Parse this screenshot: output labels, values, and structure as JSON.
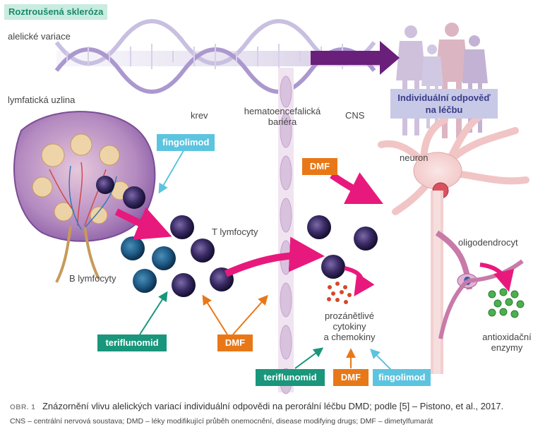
{
  "header": {
    "title": "Roztroušená skleróza"
  },
  "labels": {
    "allelic_variation": "alelické variace",
    "lymph_node": "lymfatická uzlina",
    "blood": "krev",
    "bbb_line1": "hematoencefalická",
    "bbb_line2": "bariéra",
    "cns": "CNS",
    "neuron": "neuron",
    "t_cells": "T lymfocyty",
    "b_cells": "B lymfocyty",
    "oligodendrocyte": "oligodendrocyt",
    "cytokines_line1": "prozánětlivé",
    "cytokines_line2": "cytokiny",
    "cytokines_line3": "a chemokiny",
    "antiox_line1": "antioxidační",
    "antiox_line2": "enzymy"
  },
  "response_box": {
    "line1": "Individuální odpověď",
    "line2": "na léčbu"
  },
  "drugs": {
    "fingolimod_top": "fingolimod",
    "dmf_top": "DMF",
    "teriflunomid_left": "teriflunomid",
    "dmf_mid": "DMF",
    "teriflunomid_bottom": "teriflunomid",
    "dmf_bottom": "DMF",
    "fingolimod_bottom": "fingolimod"
  },
  "colors": {
    "teal": "#19967b",
    "orange": "#e87817",
    "sky": "#5cc4df",
    "magenta": "#e8197c",
    "purple_arrow": "#6a1f7a",
    "response_bg": "#c8c9e6"
  },
  "caption": {
    "label": "OBR. 1",
    "text": "Znázornění vlivu alelických variací individuální odpovědi na perorální léčbu DMD; podle [5] – Pistono, et al., 2017.",
    "footnote": "CNS – centrální nervová soustava; DMD – léky modifikující průběh onemocnění, disease modifying drugs; DMF – dimetylfumarát"
  }
}
